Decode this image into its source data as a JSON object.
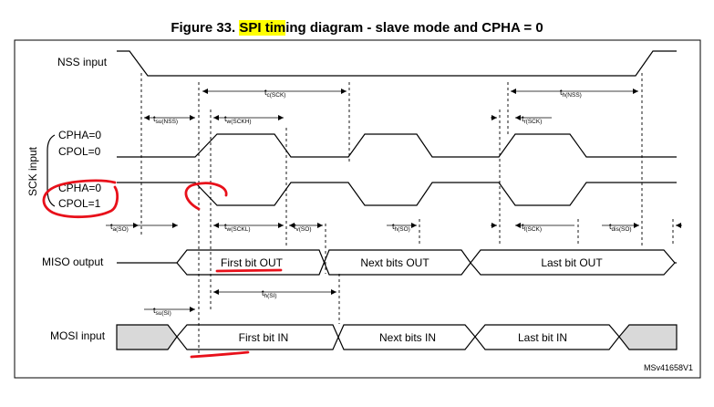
{
  "title": {
    "highlighted_a": "SPI",
    "highlighted_b": "tim",
    "prefix": "Figure 33. ",
    "rest": "ing diagram - slave mode and CPHA = 0"
  },
  "signals": {
    "nss": "NSS input",
    "sck_group": "SCK input",
    "cpha0_a": "CPHA=0",
    "cpol0": "CPOL=0",
    "cpha0_b": "CPHA=0",
    "cpol1": "CPOL=1",
    "miso": "MISO output",
    "mosi": "MOSI input"
  },
  "miso_segments": [
    "First bit OUT",
    "Next bits OUT",
    "Last bit OUT"
  ],
  "mosi_segments": [
    "First bit IN",
    "Next bits IN",
    "Last bit IN"
  ],
  "timing": {
    "tsu_nss": [
      "t",
      "su(NSS)"
    ],
    "tc_sck": [
      "t",
      "c(SCK)"
    ],
    "th_nss": [
      "t",
      "h(NSS)"
    ],
    "tw_sckh": [
      "t",
      "w(SCKH)"
    ],
    "tr_sck": [
      "t",
      "r(SCK)"
    ],
    "ta_so": [
      "t",
      "a(SO)"
    ],
    "tw_sckl": [
      "t",
      "w(SCKL)"
    ],
    "tv_so": [
      "t",
      "v(SO)"
    ],
    "th_so": [
      "t",
      "h(SO)"
    ],
    "tf_sck": [
      "t",
      "f(SCK)"
    ],
    "tdis_so": [
      "t",
      "dis(SO)"
    ],
    "th_si": [
      "t",
      "h(SI)"
    ],
    "tsu_si": [
      "t",
      "su(SI)"
    ]
  },
  "figure_id": "MSv41658V1",
  "colors": {
    "highlight": "#ffff00",
    "annotation": "#e8101a",
    "idle_fill": "#d9d9d9"
  }
}
